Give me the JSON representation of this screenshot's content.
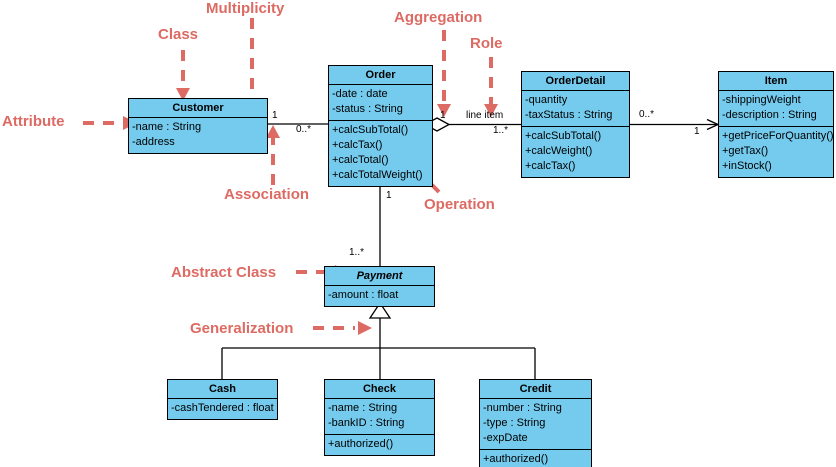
{
  "diagram": {
    "title": "UML Class Diagram",
    "accent_color": "#dd6b64",
    "class_fill": "#74cbee",
    "stroke_color": "#000000"
  },
  "classes": [
    {
      "id": "customer",
      "name": "Customer",
      "abstract": false,
      "attributes": [
        "-name : String",
        "-address"
      ],
      "operations": []
    },
    {
      "id": "order",
      "name": "Order",
      "abstract": false,
      "attributes": [
        "-date : date",
        "-status : String"
      ],
      "operations": [
        "+calcSubTotal()",
        "+calcTax()",
        "+calcTotal()",
        "+calcTotalWeight()"
      ]
    },
    {
      "id": "orderdetail",
      "name": "OrderDetail",
      "abstract": false,
      "attributes": [
        "-quantity",
        "-taxStatus : String"
      ],
      "operations": [
        "+calcSubTotal()",
        "+calcWeight()",
        "+calcTax()"
      ]
    },
    {
      "id": "item",
      "name": "Item",
      "abstract": false,
      "attributes": [
        "-shippingWeight",
        "-description : String"
      ],
      "operations": [
        "+getPriceForQuantity()",
        "+getTax()",
        "+inStock()"
      ]
    },
    {
      "id": "payment",
      "name": "Payment",
      "abstract": true,
      "attributes": [
        "-amount : float"
      ],
      "operations": []
    },
    {
      "id": "cash",
      "name": "Cash",
      "abstract": false,
      "attributes": [
        "-cashTendered : float"
      ],
      "operations": []
    },
    {
      "id": "check",
      "name": "Check",
      "abstract": false,
      "attributes": [
        "-name : String",
        "-bankID : String"
      ],
      "operations": [
        "+authorized()"
      ]
    },
    {
      "id": "credit",
      "name": "Credit",
      "abstract": false,
      "attributes": [
        "-number : String",
        "-type : String",
        "-expDate"
      ],
      "operations": [
        "+authorized()"
      ]
    }
  ],
  "edge_labels": {
    "customer_order_source": "1",
    "customer_order_target": "0..*",
    "order_detail_source": "1",
    "order_detail_role": "line item",
    "order_detail_target": "1..*",
    "detail_item_source": "0..*",
    "detail_item_target": "1",
    "order_payment_source": "1",
    "order_payment_target": "1..*"
  },
  "annotations": [
    {
      "id": "attribute",
      "label": "Attribute"
    },
    {
      "id": "class",
      "label": "Class"
    },
    {
      "id": "multiplicity",
      "label": "Multiplicity"
    },
    {
      "id": "aggregation",
      "label": "Aggregation"
    },
    {
      "id": "role",
      "label": "Role"
    },
    {
      "id": "association",
      "label": "Association"
    },
    {
      "id": "operation",
      "label": "Operation"
    },
    {
      "id": "abstract-class",
      "label": "Abstract Class"
    },
    {
      "id": "generalization",
      "label": "Generalization"
    }
  ]
}
